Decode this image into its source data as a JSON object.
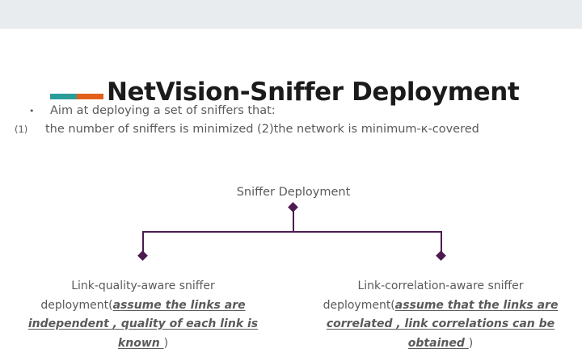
{
  "window": {
    "top_band_color": "#e8ecee"
  },
  "slide": {
    "accent": {
      "teal": "#2a9d9b",
      "orange": "#e2601a"
    },
    "title": "NetVision-Sniffer Deployment",
    "title_color": "#1b1b1b",
    "body_color": "#5a5a5a",
    "bullets": [
      {
        "marker": "•",
        "marker_kind": "dot",
        "text": "Aim at deploying a set  of sniffers that:"
      },
      {
        "marker": "(1)",
        "marker_kind": "num",
        "text": "the number of sniffers is minimized  (2)the network is minimum-к-covered"
      }
    ],
    "diagram": {
      "connector_color": "#4d1a52",
      "root": {
        "label": "Sniffer Deployment"
      },
      "children": [
        {
          "lead": "Link-quality-aware sniffer deployment(",
          "emphasis": "assume the links are independent  , quality of each link is known ",
          "tail": ")"
        },
        {
          "lead": "Link-correlation-aware sniffer deployment(",
          "emphasis": "assume that the links are correlated  , link correlations can be obtained ",
          "tail": ")"
        }
      ]
    }
  }
}
